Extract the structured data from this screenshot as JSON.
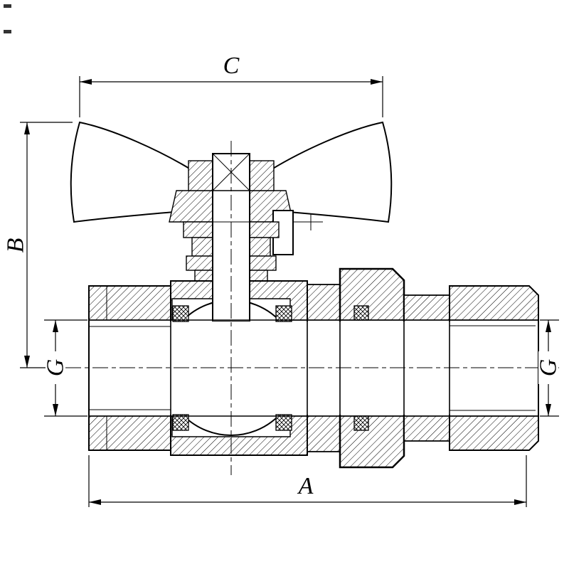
{
  "drawing": {
    "type": "technical-section-drawing",
    "subject": "angle ball valve with butterfly handle and union nut, cross-section",
    "colors": {
      "line": "#000000",
      "background": "#ffffff"
    },
    "labels": {
      "dim_c": "C",
      "dim_b": "B",
      "dim_a": "A",
      "dim_g_left": "G",
      "dim_g_right": "G"
    }
  }
}
